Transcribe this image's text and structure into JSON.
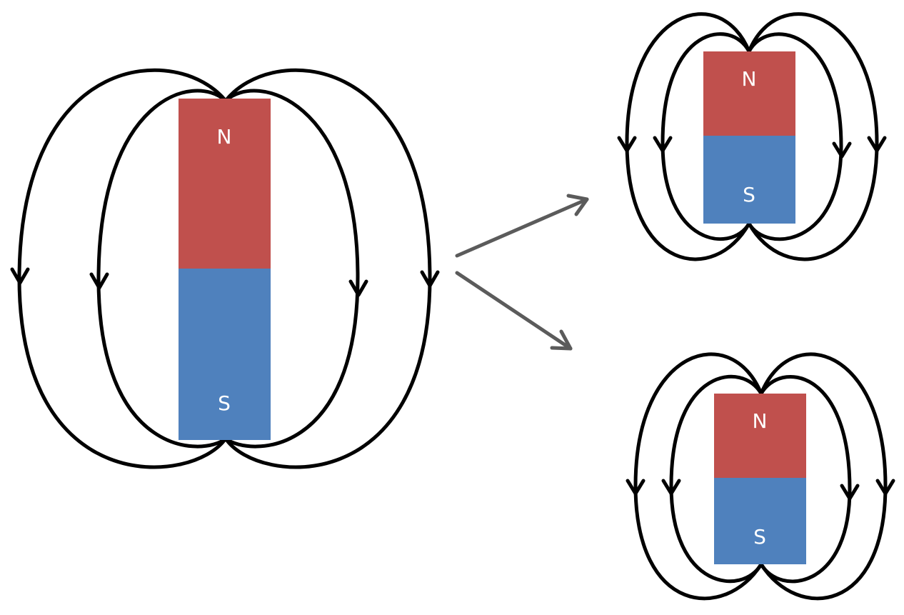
{
  "colors": {
    "north": "#c0504d",
    "south": "#4f81bd",
    "field_lines": "#000000",
    "split_arrows": "#5b5b5b",
    "label_text": "#ffffff"
  },
  "magnets": [
    {
      "id": "original",
      "north_label": "N",
      "south_label": "S"
    },
    {
      "id": "piece-top",
      "north_label": "N",
      "south_label": "S"
    },
    {
      "id": "piece-bottom",
      "north_label": "N",
      "south_label": "S"
    }
  ]
}
